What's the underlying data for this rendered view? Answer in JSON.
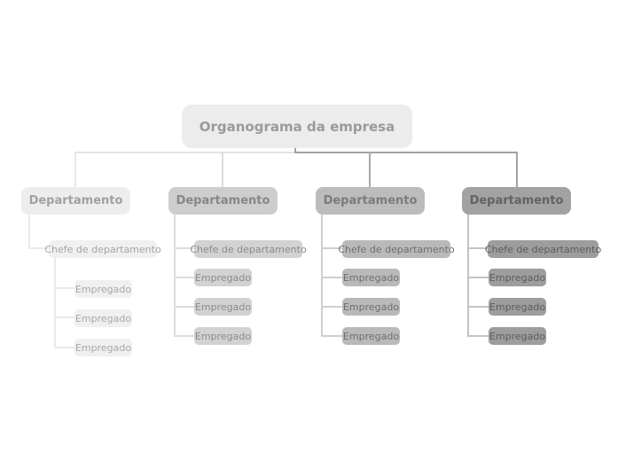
{
  "root": {
    "label": "Organograma da empresa",
    "bg": "#ececec",
    "text_color": "#9a9a9a"
  },
  "connectors": {
    "trunk_left_color": "#e3e3e3",
    "trunk_right_color": "#a2a2a2",
    "root_stub_color": "#a2a2a2"
  },
  "columns": [
    {
      "department": {
        "label": "Departamento",
        "bg": "#ededed",
        "text_color": "#a0a0a0"
      },
      "chief": {
        "label": "Chefe de departamento",
        "bg": "#f0f0f0",
        "text_color": "#a5a5a5"
      },
      "employees": [
        "Empregado",
        "Empregado",
        "Empregado"
      ],
      "employee_bg": "#f0f0f0",
      "employee_text_color": "#a8a8a8",
      "connector_color": "#e9e9e9",
      "drop_color": "#e9e9e9"
    },
    {
      "department": {
        "label": "Departamento",
        "bg": "#cdcdcd",
        "text_color": "#878787"
      },
      "chief": {
        "label": "Chefe de departamento",
        "bg": "#d2d2d2",
        "text_color": "#8b8b8b"
      },
      "employees": [
        "Empregado",
        "Empregado",
        "Empregado"
      ],
      "employee_bg": "#d2d2d2",
      "employee_text_color": "#8b8b8b",
      "connector_color": "#dcdcdc",
      "drop_color": "#dcdcdc"
    },
    {
      "department": {
        "label": "Departamento",
        "bg": "#bcbcbc",
        "text_color": "#7b7b7b"
      },
      "chief": {
        "label": "Chefe de departamento",
        "bg": "#b9b9b9",
        "text_color": "#6f6f6f"
      },
      "employees": [
        "Empregado",
        "Empregado",
        "Empregado"
      ],
      "employee_bg": "#b9b9b9",
      "employee_text_color": "#6f6f6f",
      "connector_color": "#cfcfcf",
      "drop_color": "#a8a8a8"
    },
    {
      "department": {
        "label": "Departamento",
        "bg": "#a2a2a2",
        "text_color": "#636363"
      },
      "chief": {
        "label": "Chefe de departamento",
        "bg": "#9d9d9d",
        "text_color": "#5c5c5c"
      },
      "employees": [
        "Empregado",
        "Empregado",
        "Empregado"
      ],
      "employee_bg": "#9d9d9d",
      "employee_text_color": "#5c5c5c",
      "connector_color": "#c3c3c3",
      "drop_color": "#a2a2a2"
    }
  ]
}
